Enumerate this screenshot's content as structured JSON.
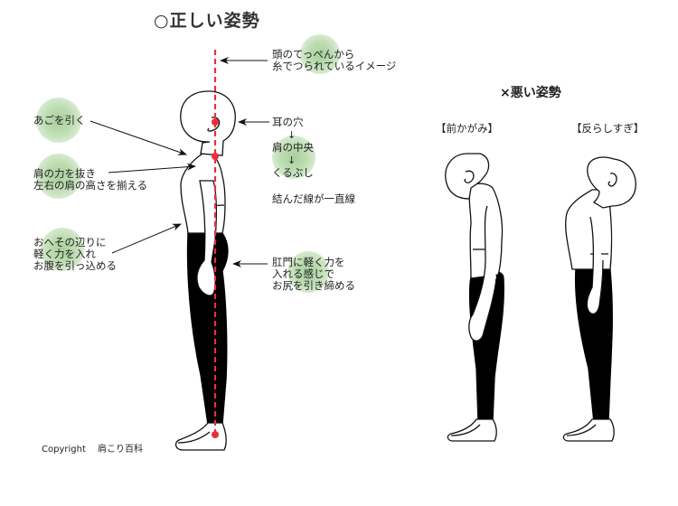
{
  "titles": {
    "good_posture": "○正しい姿勢",
    "bad_posture": "×悪い姿勢"
  },
  "bad_posture_labels": {
    "slouching": "【前かがみ】",
    "overarched": "【反らしすぎ】"
  },
  "annotations": {
    "head_string": "頭のてっぺんから\n糸でつられているイメージ",
    "chin": "あごを引く",
    "shoulders": "肩の力を抜き\n左右の肩の高さを揃える",
    "belly": "おへその辺りに\n軽く力を入れ\nお腹を引っ込める",
    "ear_hole": "耳の穴",
    "shoulder_center": "肩の中央",
    "ankle": "くるぶし",
    "straight_line": "結んだ線が一直線",
    "buttocks": "肛門に軽く力を\n入れる感じで\nお尻を引き締める"
  },
  "flow_arrows": [
    "↓",
    "↓"
  ],
  "footer": {
    "copyright": "Copyright　 肩こり百科"
  },
  "colors": {
    "plumb_line": "#e8303a",
    "highlight_glow": "#a9cf9e",
    "silhouette": "#000000",
    "outline": "#111111"
  }
}
